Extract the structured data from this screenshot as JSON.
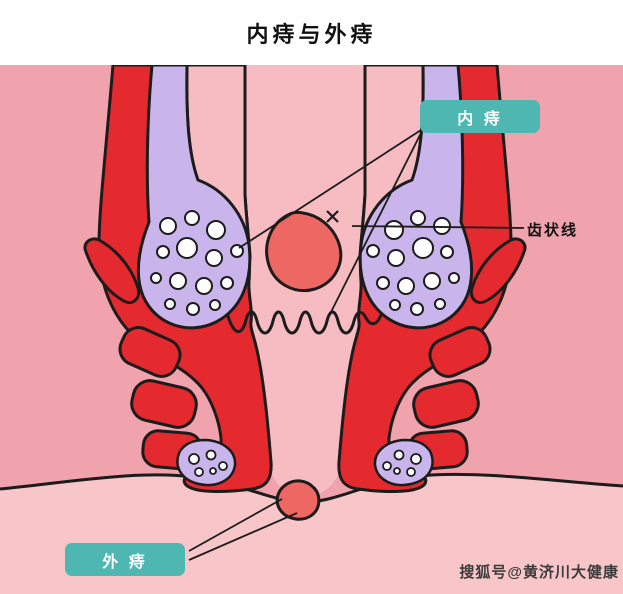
{
  "page": {
    "title": "内痔与外痔"
  },
  "labels": {
    "internal": "内 痔",
    "external": "外 痔",
    "dentate_line": "齿状线"
  },
  "watermark": "搜狐号@黄济川大健康",
  "colors": {
    "background_pink": "#f0a3ac",
    "canal_pink": "#f6bcc2",
    "skin_pink": "#f8c6c8",
    "tissue_red": "#e42a2e",
    "hemorrhoid_red": "#ed6763",
    "vascular_purple": "#c9b5ec",
    "cell_white": "#ffffff",
    "outline_dark": "#1c1c1c",
    "label_teal": "#4fb7b1",
    "label_text": "#ffffff",
    "title_text": "#111111",
    "watermark_text": "#3c3c3c"
  }
}
